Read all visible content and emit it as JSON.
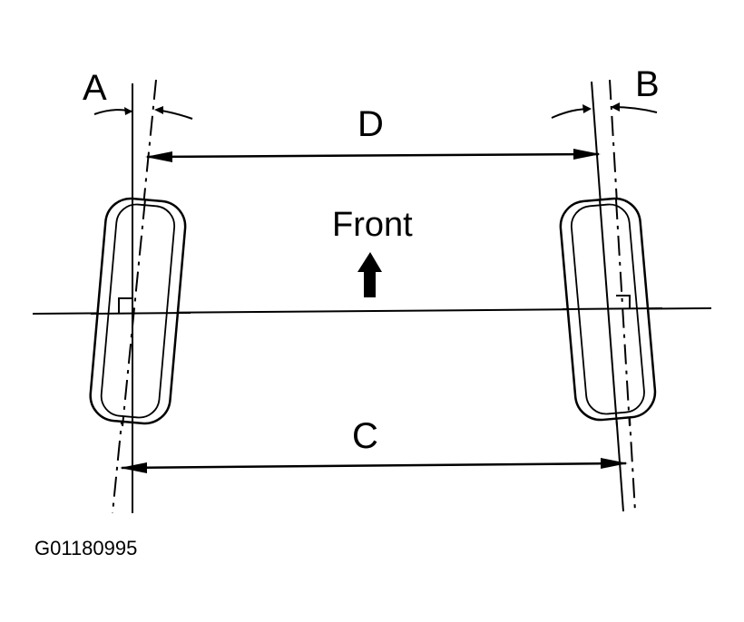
{
  "diagram": {
    "labels": {
      "a": "A",
      "b": "B",
      "c": "C",
      "d": "D",
      "front": "Front"
    },
    "figure_id": "G01180995"
  }
}
